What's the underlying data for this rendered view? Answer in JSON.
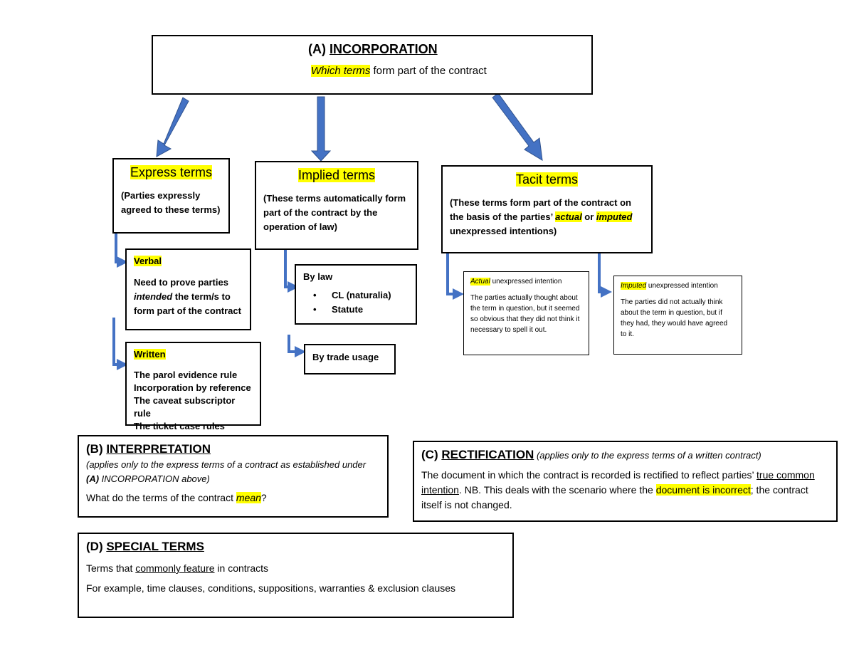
{
  "incorporation": {
    "title_prefix": "(A) ",
    "title_main": "INCORPORATION",
    "sub_highlight": "Which terms",
    "sub_rest": " form part of the contract"
  },
  "express": {
    "title": "Express terms",
    "desc": "(Parties expressly agreed to these terms)",
    "verbal": {
      "title": "Verbal",
      "line1": "Need to prove parties",
      "italic": "intended",
      "line2": " the term/s to form part of the contract"
    },
    "written": {
      "title": "Written",
      "items": [
        "The parol evidence rule",
        "Incorporation by reference",
        "The caveat subscriptor rule",
        "The ticket case rules"
      ]
    }
  },
  "implied": {
    "title": "Implied terms",
    "desc": "(These terms automatically form part of the contract by the operation of law)",
    "by_law": {
      "title": "By law",
      "items": [
        "CL (naturalia)",
        "Statute"
      ]
    },
    "trade": "By trade usage"
  },
  "tacit": {
    "title": "Tacit terms",
    "desc_a": "(These terms form part of the contract on the basis of the parties’ ",
    "actual": "actual",
    "or": " or ",
    "imputed": "imputed",
    "desc_b": " unexpressed intentions)",
    "actual_box": {
      "title_hl": "Actual",
      "title_rest": " unexpressed intention",
      "text": "The parties actually thought about the term in question, but it seemed so obvious that they did not think it necessary to spell it out."
    },
    "imputed_box": {
      "title_hl": "Imputed",
      "title_rest": " unexpressed intention",
      "text": "The parties did not actually think about the term in question, but if they had, they would have agreed to it."
    }
  },
  "interpretation": {
    "title_prefix": "(B) ",
    "title_main": "INTERPRETATION",
    "note_a": "(applies only to the express terms of a contract as established under ",
    "note_b": "(A)",
    "note_c": " INCORPORATION above)",
    "q_a": "What do the terms of the contract ",
    "q_hl": "mean",
    "q_b": "?"
  },
  "rectification": {
    "title_prefix": "(C) ",
    "title_main": "RECTIFICATION",
    "note": " (applies only to the express terms of a written contract)",
    "t1": "The document in which the contract is recorded is rectified to reflect parties’ ",
    "t_u": "true common intention",
    "t2": ". NB. This deals with the scenario where the ",
    "t_hl": "document is incorrect",
    "t3": "; the contract itself is not changed."
  },
  "special": {
    "title_prefix": "(D) ",
    "title_main": "SPECIAL TERMS",
    "l1_a": "Terms that ",
    "l1_u": "commonly feature",
    "l1_b": " in contracts",
    "l2": "For example, time clauses, conditions, suppositions, warranties & exclusion clauses"
  },
  "colors": {
    "arrow": "#4472c4",
    "arrow_stroke": "#2f528f",
    "highlight": "#ffff00"
  }
}
